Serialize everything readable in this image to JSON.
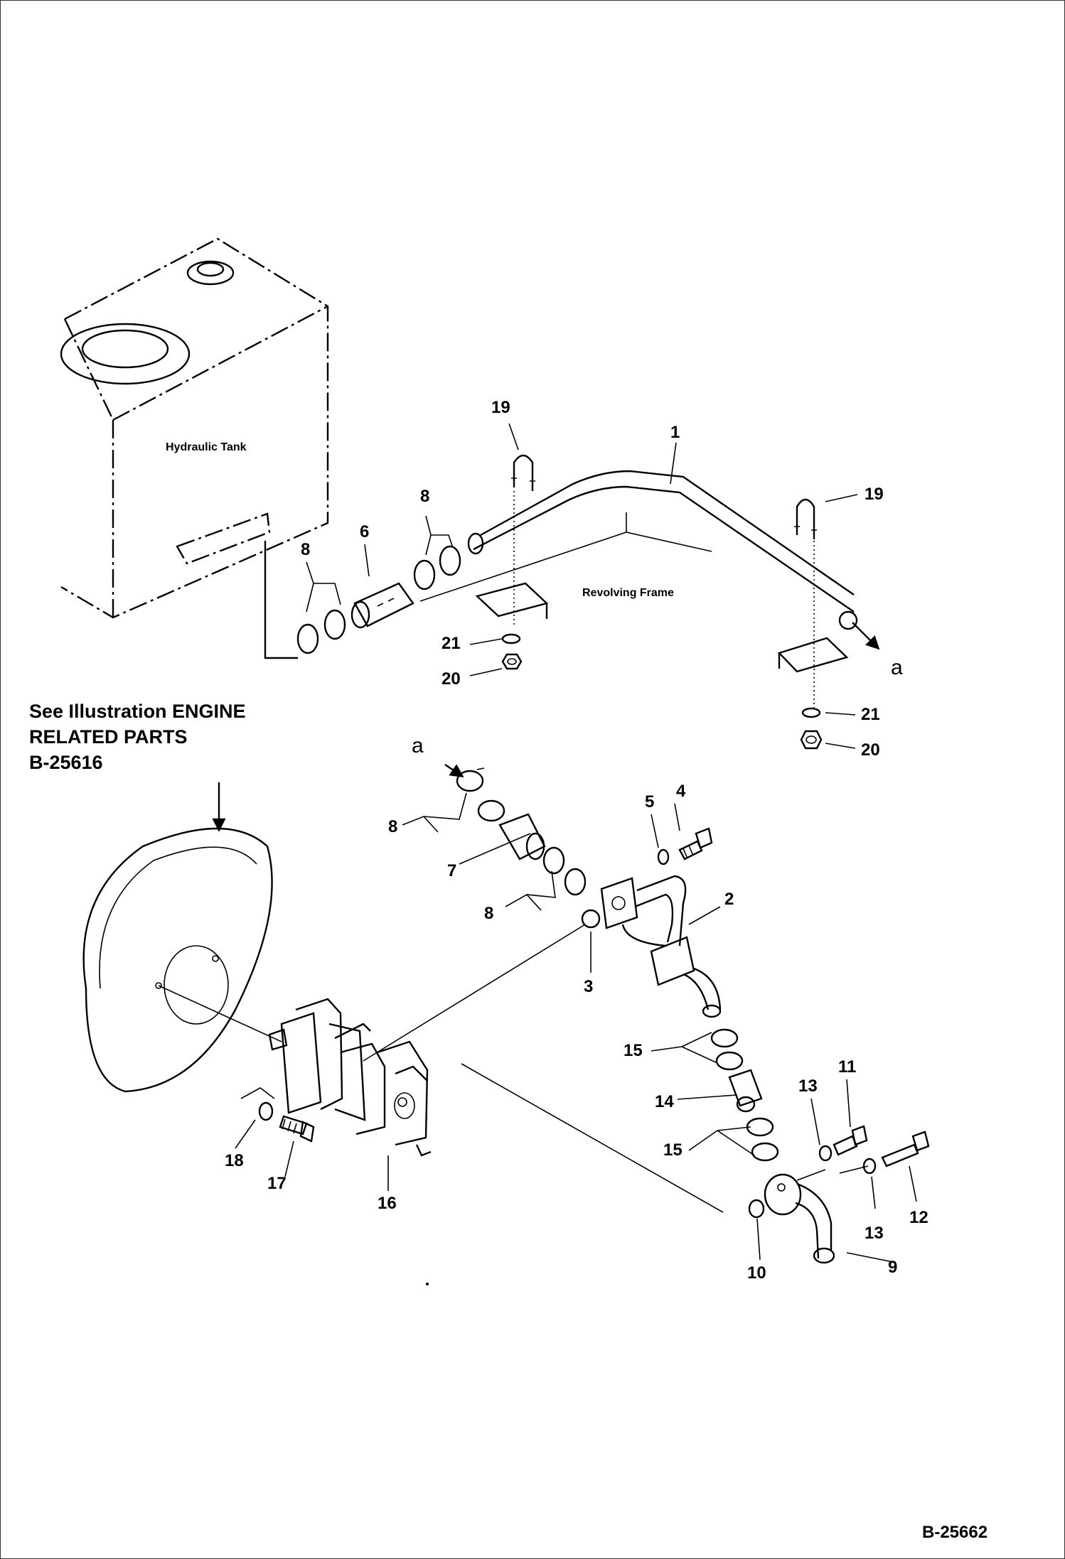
{
  "labels": {
    "hydraulic_tank": "Hydraulic Tank",
    "revolving_frame": "Revolving Frame",
    "arrow_a_upper": "a",
    "arrow_a_lower": "a"
  },
  "reference": {
    "line1": "See Illustration ENGINE",
    "line2": "RELATED PARTS",
    "line3": "B-25616"
  },
  "drawing_number": "B-25662",
  "callouts": {
    "c1": "1",
    "c2": "2",
    "c3": "3",
    "c4": "4",
    "c5": "5",
    "c6": "6",
    "c7": "7",
    "c8a": "8",
    "c8b": "8",
    "c8c": "8",
    "c8d": "8",
    "c9": "9",
    "c10": "10",
    "c11": "11",
    "c12": "12",
    "c13a": "13",
    "c13b": "13",
    "c14": "14",
    "c15a": "15",
    "c15b": "15",
    "c16": "16",
    "c17": "17",
    "c18": "18",
    "c19a": "19",
    "c19b": "19",
    "c20a": "20",
    "c20b": "20",
    "c21a": "21",
    "c21b": "21"
  }
}
